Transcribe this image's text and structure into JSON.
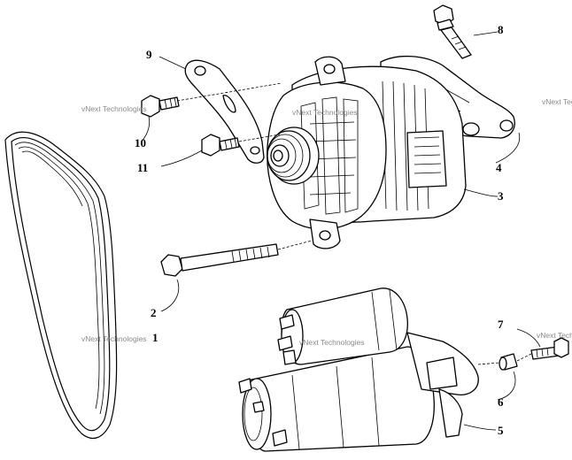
{
  "watermark": "vNext Technologies",
  "callouts": {
    "c1": "1",
    "c2": "2",
    "c3": "3",
    "c4": "4",
    "c5": "5",
    "c6": "6",
    "c7": "7",
    "c8": "8",
    "c9": "9",
    "c10": "10",
    "c11": "11"
  }
}
